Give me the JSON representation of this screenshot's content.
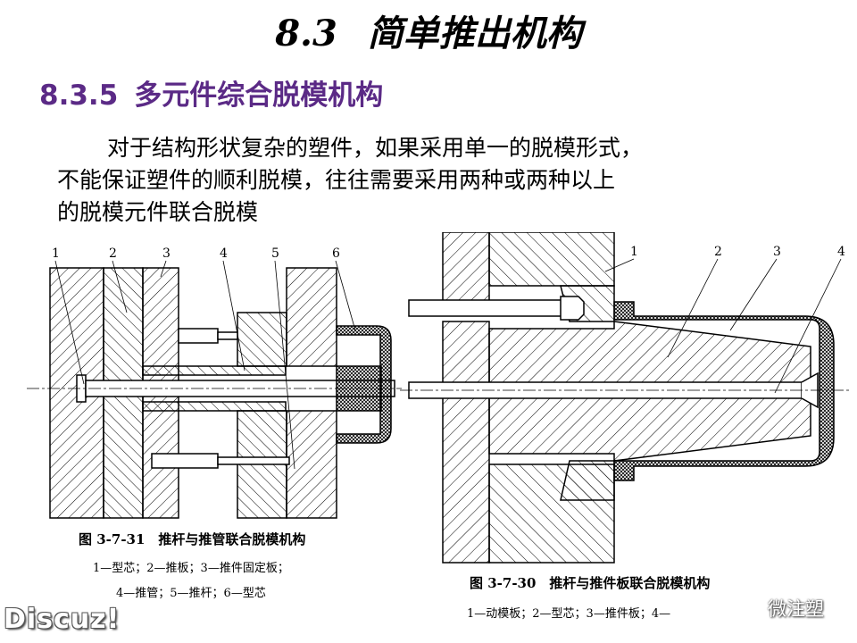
{
  "header": {
    "section_number": "8.3",
    "section_title": "简单推出机构"
  },
  "subheader": {
    "number": "8.3.5",
    "title": "多元件综合脱模机构"
  },
  "body_lines": [
    "对于结构形状复杂的塑件，如果采用单一的脱模形式，",
    "不能保证塑件的顺利脱模，往往需要采用两种或两种以上",
    "的脱模元件联合脱模"
  ],
  "figure_left": {
    "caption": "图 3-7-31　推杆与推管联合脱模机构",
    "legend_line1": "1—型芯；2—推板；3—推件固定板；",
    "legend_line2": "4—推管；5—推杆；6—型芯",
    "callouts": [
      "1",
      "2",
      "3",
      "4",
      "5",
      "6"
    ]
  },
  "figure_right": {
    "caption": "图 3-7-30　推杆与推件板联合脱模机构",
    "legend": "1—动模板；2—型芯；3—推件板；4—",
    "callouts": [
      "1",
      "2",
      "3",
      "4"
    ]
  },
  "watermarks": {
    "left": "Discuz!",
    "right": "微注塑",
    "right_icon": "wechat-logo-icon"
  },
  "colors": {
    "subtitle": "#5b2a86",
    "text": "#000000",
    "background": "#ffffff"
  }
}
